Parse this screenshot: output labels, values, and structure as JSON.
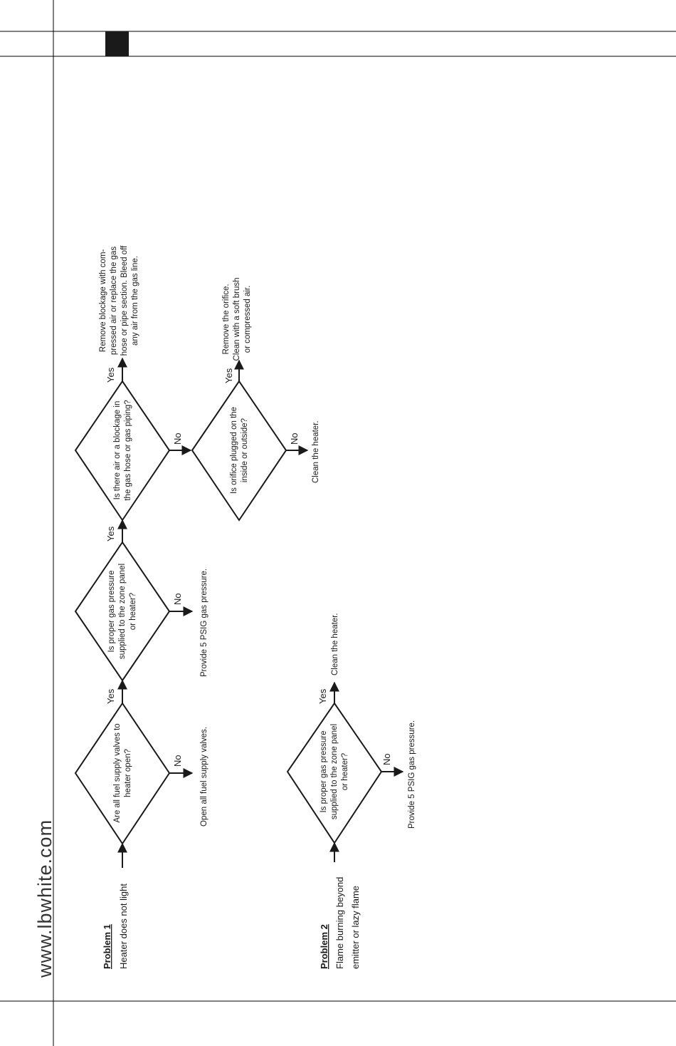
{
  "website": "www.lbwhite.com",
  "problem1": {
    "title": "Problem 1",
    "desc": "Heater does not light",
    "q1": {
      "lines": [
        "Are all fuel supply valves to",
        "heater open?"
      ],
      "yes": "Yes",
      "no": "No",
      "no_action": "Open all fuel supply valves."
    },
    "q2": {
      "lines": [
        "Is proper gas pressure",
        "supplied to the zone panel",
        "or heater?"
      ],
      "yes": "Yes",
      "no": "No",
      "no_action": "Provide 5 PSIG gas pressure."
    },
    "q3": {
      "lines": [
        "Is there air or a blockage in",
        "the gas hose or gas piping?"
      ],
      "yes": "Yes",
      "no": "No",
      "yes_action": [
        "Remove blockage with com-",
        "pressed air or replace the gas",
        "hose or pipe section. Bleed off",
        "any air from the gas line."
      ]
    },
    "q4": {
      "lines": [
        "Is orifice plugged on the",
        "inside or outside?"
      ],
      "yes": "Yes",
      "no": "No",
      "yes_action": [
        "Remove the orifice.",
        "Clean with a soft brush",
        "or compressed air."
      ],
      "no_action": "Clean the heater."
    }
  },
  "problem2": {
    "title": "Problem 2",
    "desc": [
      "Flame burning beyond",
      "emitter or lazy flame"
    ],
    "q1": {
      "lines": [
        "Is proper gas pressure",
        "supplied to the zone panel",
        "or heater?"
      ],
      "yes": "Yes",
      "no": "No",
      "yes_action": "Clean the heater.",
      "no_action": "Provide 5 PSIG gas pressure."
    }
  }
}
